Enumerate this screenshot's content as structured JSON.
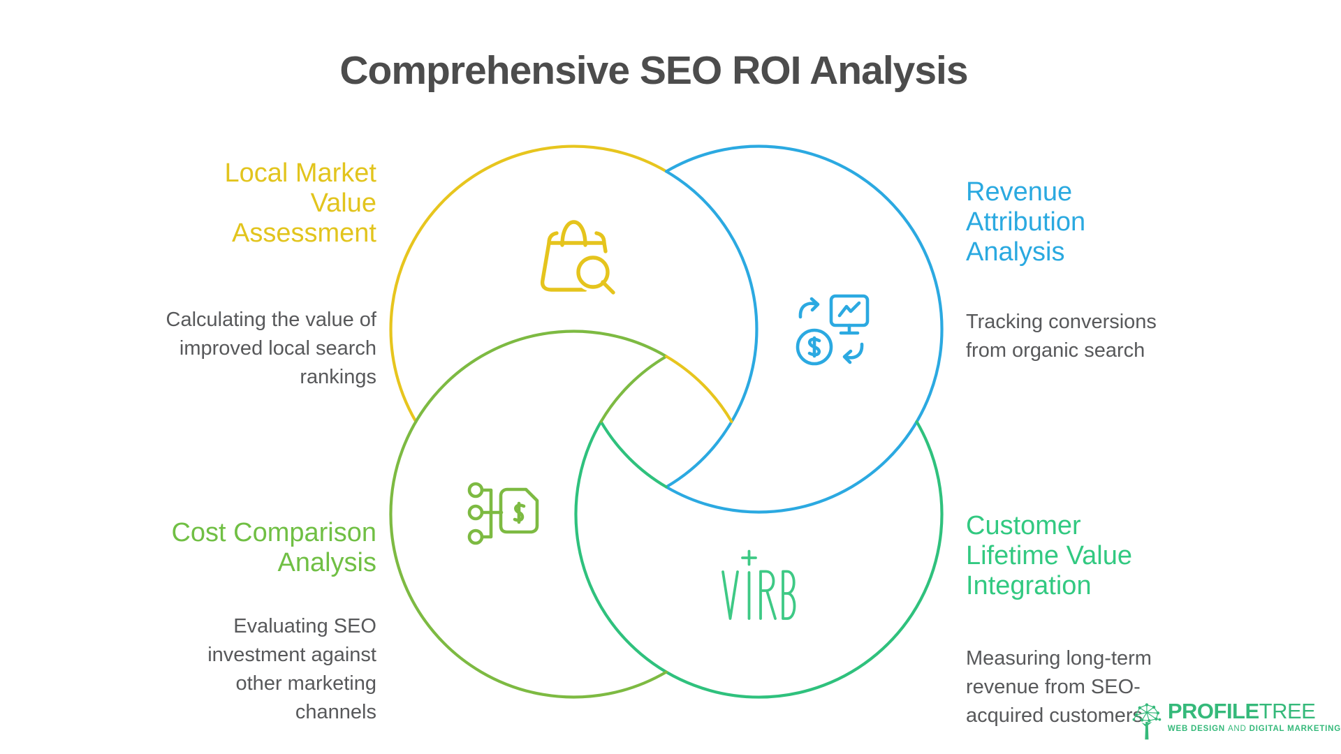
{
  "title": "Comprehensive SEO ROI Analysis",
  "colors": {
    "yellow": "#e7c51e",
    "blue": "#2ba9e1",
    "emerald": "#2fc17d",
    "olive": "#7dba42",
    "title_text": "#4c4c4c",
    "body_text": "#57585a",
    "virb_green": "#3ec985",
    "logo_green": "#35b97a"
  },
  "sections": {
    "top_left": {
      "heading": "Local Market\nValue\nAssessment",
      "description": "Calculating the value of\nimproved local search\nrankings",
      "icon": "shopping-bag-search",
      "color": "#e7c51e"
    },
    "top_right": {
      "heading": "Revenue\nAttribution\nAnalysis",
      "description": "Tracking conversions\nfrom organic search",
      "icon": "dollar-chart-exchange",
      "color": "#2ba9e1"
    },
    "bottom_left": {
      "heading": "Cost Comparison\nAnalysis",
      "description": "Evaluating SEO\ninvestment against\nother marketing\nchannels",
      "icon": "allocation-price-tag",
      "color": "#7dba42"
    },
    "bottom_right": {
      "heading": "Customer\nLifetime Value\nIntegration",
      "description": "Measuring long-term\nrevenue from SEO-\nacquired customers",
      "icon": "virb-logo",
      "color": "#2fc17d"
    }
  },
  "center_logo": {
    "text": "VIRB"
  },
  "footer_logo": {
    "brand_primary": "PROFILE",
    "brand_secondary": "TREE",
    "tagline_lead": "WEB DESIGN ",
    "tagline_mid": "AND",
    "tagline_tail": " DIGITAL MARKETING"
  }
}
